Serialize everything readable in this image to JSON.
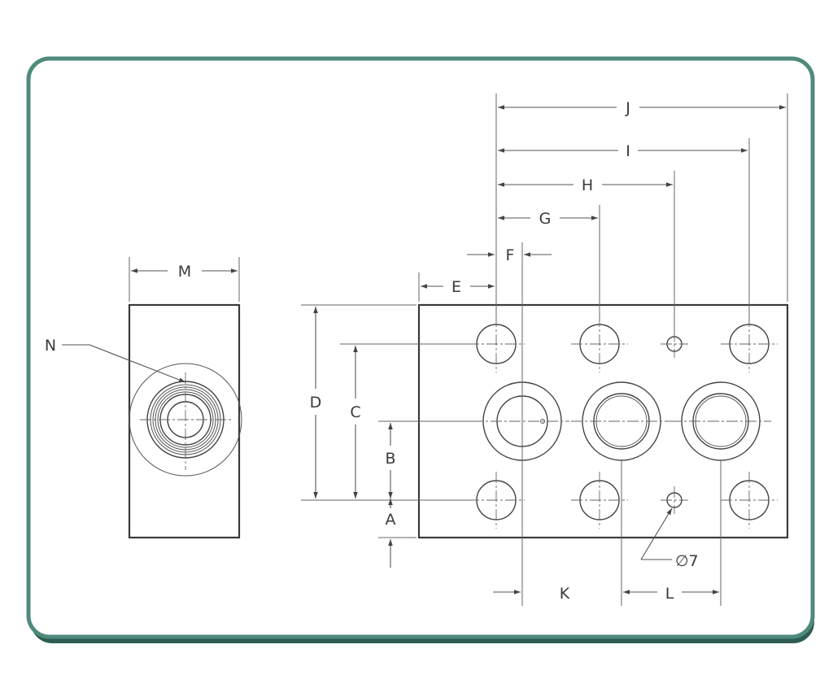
{
  "labels": {
    "A": "A",
    "B": "B",
    "C": "C",
    "D": "D",
    "E": "E",
    "F": "F",
    "G": "G",
    "H": "H",
    "I": "I",
    "J": "J",
    "K": "K",
    "L": "L",
    "M": "M",
    "N": "N"
  },
  "hole_note": "∅7",
  "colors": {
    "frame": "#4f8a7d",
    "frame_shadow": "#2e5c52",
    "line": "#3a3a3a"
  }
}
